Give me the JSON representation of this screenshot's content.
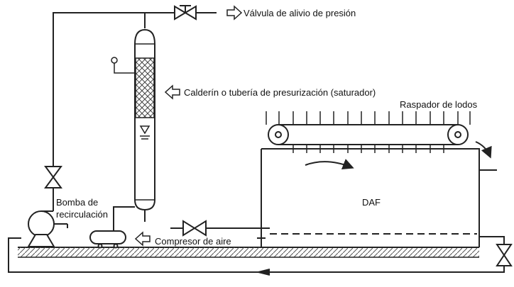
{
  "labels": {
    "relief_valve": "Válvula de alivio de presión",
    "saturator": "Calderín o tubería de presurización (saturador)",
    "sludge_scraper": "Raspador de lodos",
    "daf": "DAF",
    "pump_line1": "Bomba de",
    "pump_line2": "recirculación",
    "air_compressor": "Compresor de aire"
  },
  "icons": {
    "callout": "outline-arrow-icon",
    "valve": "gate-valve-icon",
    "gauge": "pressure-gauge-icon"
  },
  "colors": {
    "line": "#222222",
    "hatch": "#444444",
    "ground": "#555555"
  }
}
